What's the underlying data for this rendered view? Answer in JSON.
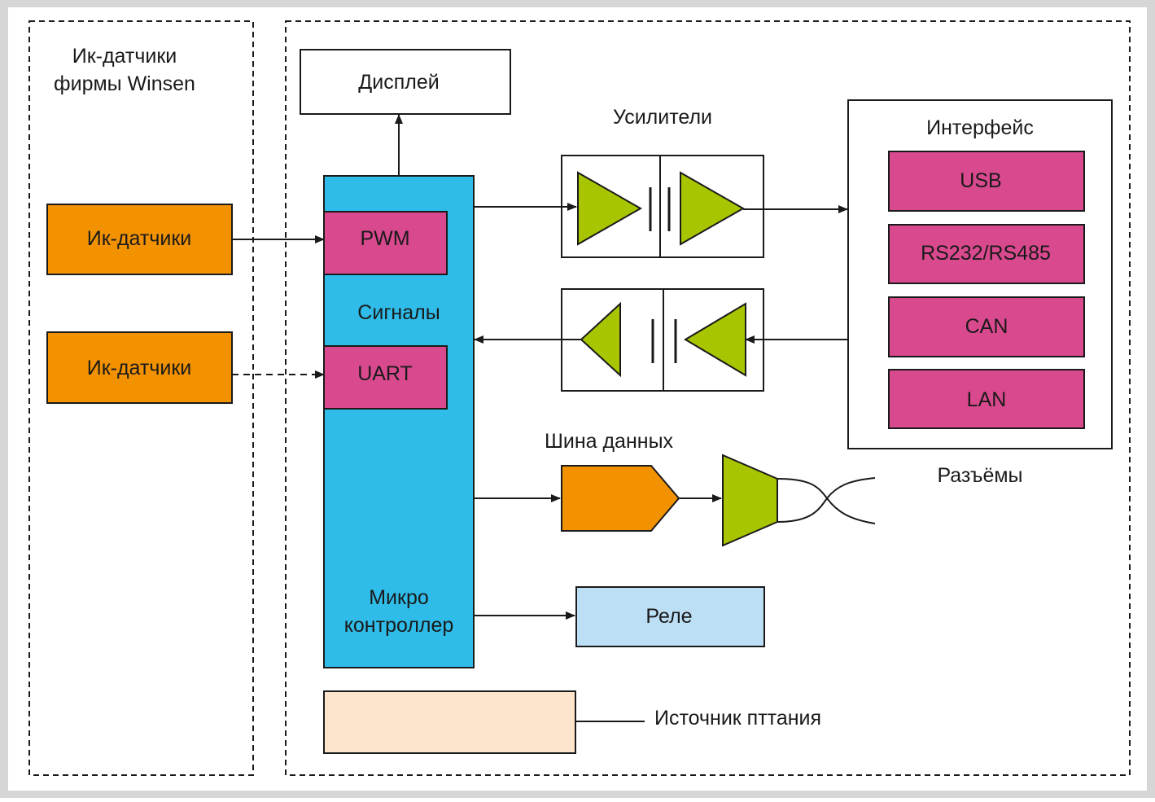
{
  "left_panel": {
    "title_line1": "Ик-датчики",
    "title_line2": "фирмы Winsen",
    "sensor1": "Ик-датчики",
    "sensor2": "Ик-датчики"
  },
  "main": {
    "display": "Дисплей",
    "mcu": {
      "pwm": "PWM",
      "signals": "Сигналы",
      "uart": "UART",
      "label_line1": "Микро",
      "label_line2": "контроллер"
    },
    "amplifiers_title": "Усилители",
    "interface": {
      "title": "Интерфейс",
      "items": [
        "USB",
        "RS232/RS485",
        "CAN",
        "LAN"
      ]
    },
    "data_bus": "Шина данных",
    "connectors": "Разъёмы",
    "relay": "Реле",
    "power": "Источник пттания"
  },
  "colors": {
    "frame": "#d6d6d6",
    "orange": "#f39200",
    "magenta": "#d9498e",
    "cyan": "#2fbce8",
    "green": "#a9c400",
    "relay_blue": "#bddff5",
    "power_peach": "#fde5cb"
  }
}
